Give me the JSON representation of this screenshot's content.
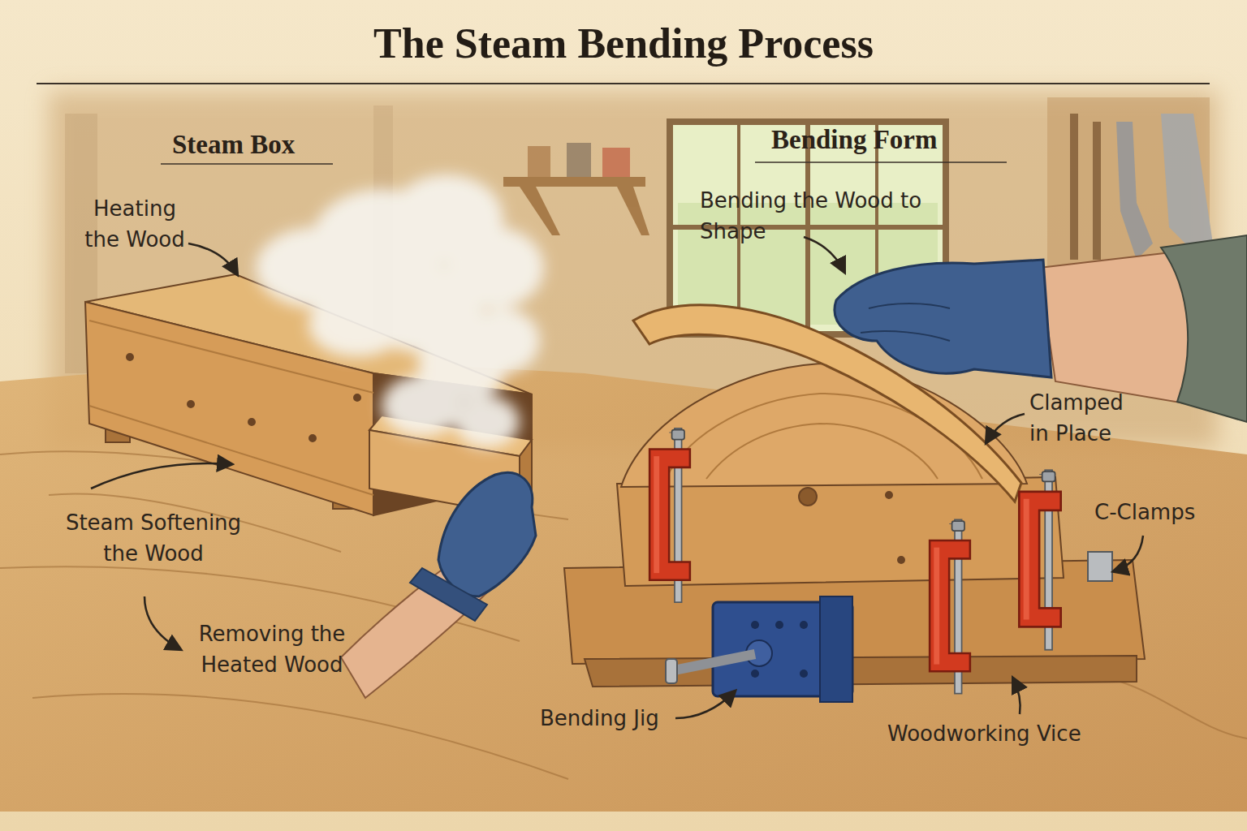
{
  "diagram": {
    "title": "The Steam Bending Process",
    "labels": [
      "Steam Box",
      "Heating the Wood",
      "Steam Softening the Wood",
      "Removing the Heated Wood",
      "Bending Form",
      "Bending the Wood to Shape",
      "Clamped in Place",
      "C-Clamps",
      "Bending Jig",
      "Woodworking Vice"
    ]
  }
}
